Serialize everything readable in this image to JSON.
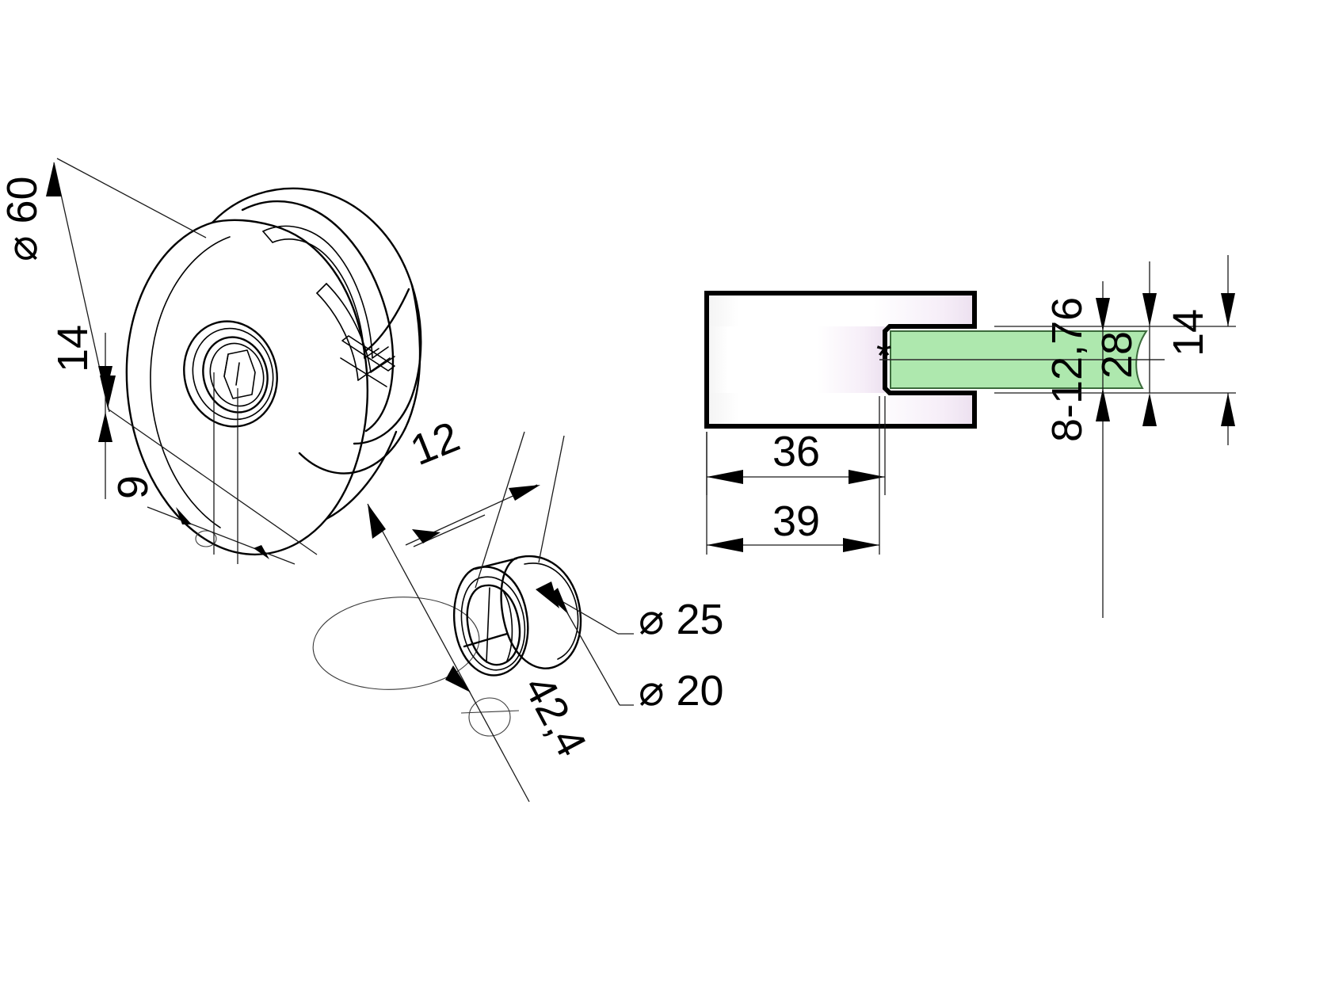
{
  "drawing": {
    "title": "Glass clamp technical drawing",
    "background_color": "#ffffff",
    "line_color": "#000000",
    "glass_fill_color": "#aee8ae",
    "body_gradient_start": "#ffffff",
    "body_gradient_end": "#f0e3f2"
  },
  "views": {
    "isometric": {
      "name": "isometric-clamp-body",
      "description": "3D isometric view of round glass clamp body"
    },
    "detail": {
      "name": "isometric-bushing",
      "description": "3D isometric view of tube adaptor bushing"
    },
    "section": {
      "name": "section-side-view",
      "description": "Cross section side view of clamp with glass panel"
    }
  },
  "dimensions": {
    "diameter_outer": {
      "symbol": "⌀",
      "value": "60",
      "label": "⌀ 60"
    },
    "depth_14": {
      "value": "14"
    },
    "offset_9": {
      "value": "9"
    },
    "bushing_width_12": {
      "value": "12"
    },
    "tube_radius_42_4": {
      "value": "42,4"
    },
    "bushing_od": {
      "symbol": "⌀",
      "value": "25",
      "label": "⌀ 25"
    },
    "bushing_id": {
      "symbol": "⌀",
      "value": "20",
      "label": "⌀ 20"
    },
    "body_depth_36": {
      "value": "36"
    },
    "total_depth_39": {
      "value": "39"
    },
    "glass_slot_14": {
      "value": "14"
    },
    "body_height_28": {
      "value": "28"
    },
    "glass_thickness_range": {
      "value": "8-12,76"
    }
  }
}
